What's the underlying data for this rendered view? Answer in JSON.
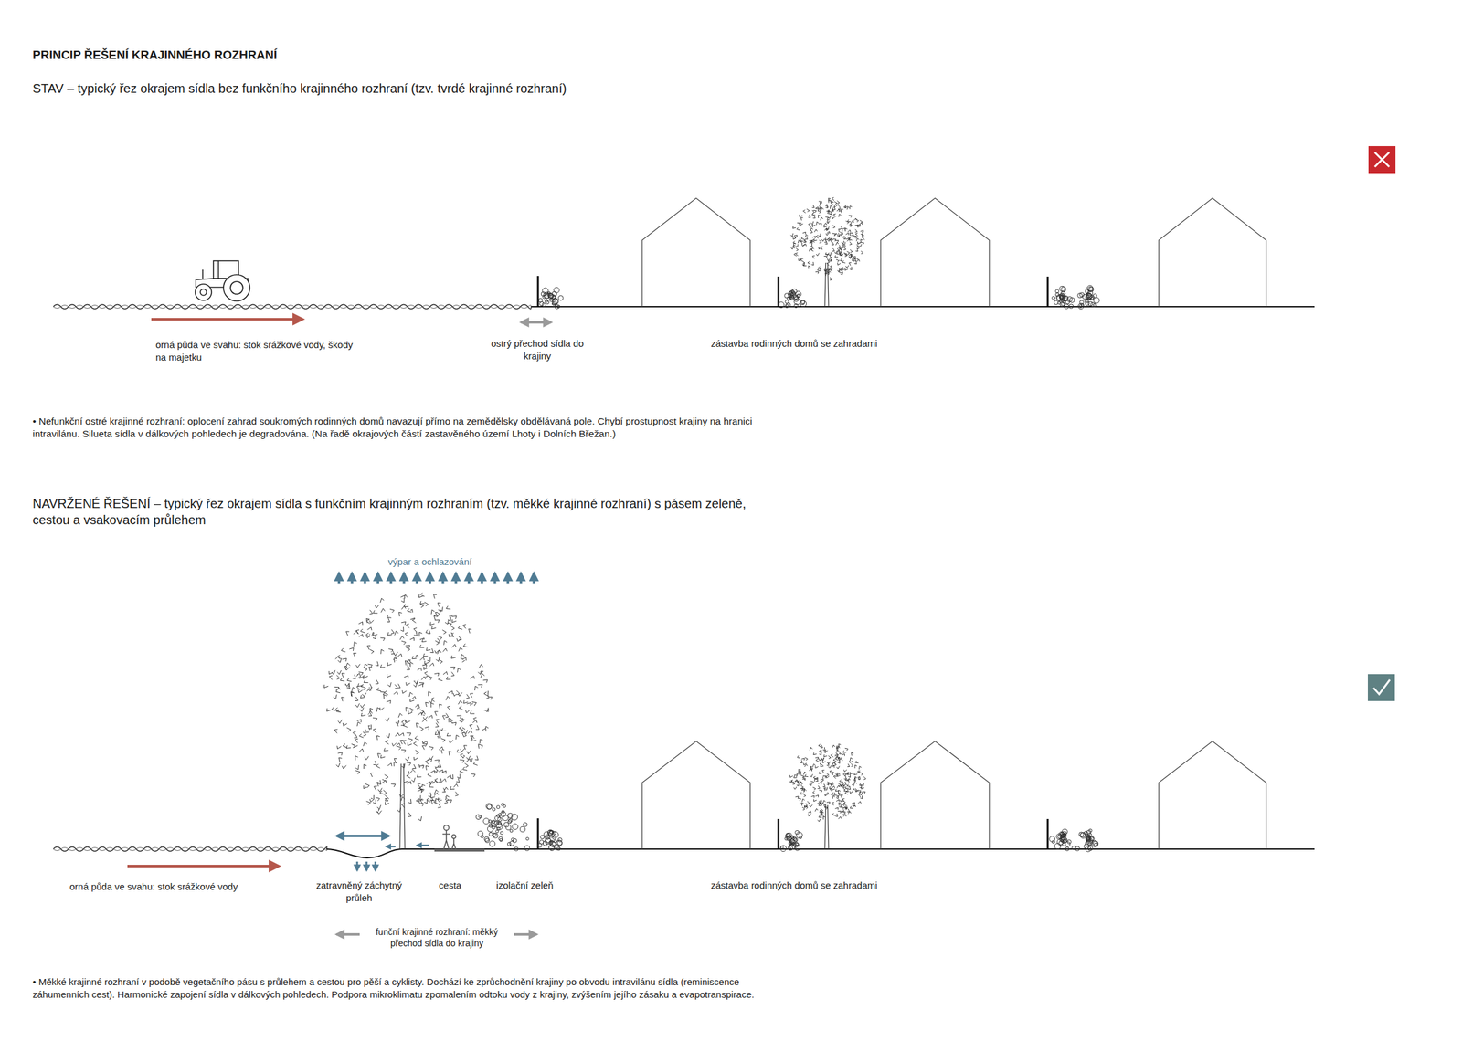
{
  "diagram": {
    "title": "PRINCIP ŘEŠENÍ KRAJINNÉHO ROZHRANÍ",
    "labels": [
      "STAV – typický řez okrajem sídla bez funkčního krajinného rozhraní (tzv. tvrdé krajinné rozhraní)",
      "orná půda ve svahu: stok srážkové vody, škody na majetku",
      "ostrý přechod sídla do krajiny",
      "zástavba rodinných domů se zahradami",
      "• Nefunkční ostré krajinné rozhraní: oplocení zahrad soukromých rodinných domů navazují přímo na zemědělsky obdělávaná pole. Chybí prostupnost krajiny na hranici intravilánu. Silueta sídla v dálkových pohledech je degradována. (Na řadě okrajových částí zastavěného území Lhoty i Dolních Břežan.)",
      "NAVRŽENÉ ŘEŠENÍ – typický řez okrajem sídla s funkčním krajinným rozhraním (tzv. měkké krajinné rozhraní) s pásem zeleně, cestou a vsakovacím průlehem",
      "výpar a ochlazování",
      "orná půda ve svahu: stok srážkové vody",
      "zatravněný záchytný průleh",
      "cesta",
      "izolační zeleň",
      "zástavba rodinných domů se zahradami",
      "funční krajinné rozhraní: měkký přechod sídla do krajiny",
      "• Měkké krajinné rozhraní v podobě vegetačního pásu s průlehem a cestou pro pěší a cyklisty. Dochází ke zprůchodnění krajiny po obvodu intravilánu sídla (reminiscence záhumenních cest). Harmonické zapojení sídla v dálkových pohledech. Podpora mikroklimatu zpomalením odtoku vody z krajiny, zvýšením jejího zásaku a evapotranspirace."
    ]
  }
}
